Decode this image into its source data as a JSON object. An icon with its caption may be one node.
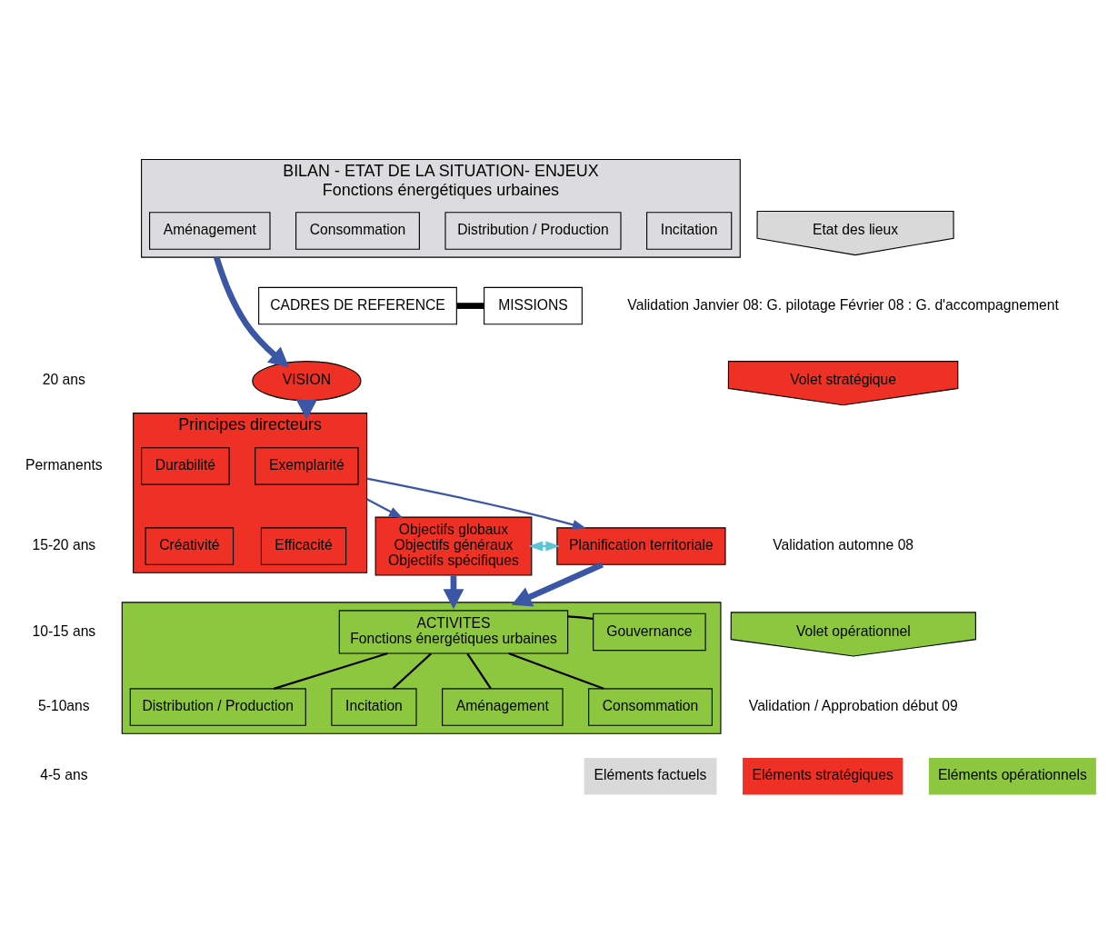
{
  "diagram": {
    "nodes": [
      {
        "text": [
          "BILAN - ETAT DE LA SITUATION- ENJEUX",
          "Fonctions énergétiques urbaines"
        ]
      },
      {
        "text": [
          "Aménagement"
        ],
        "in": 0
      },
      {
        "text": [
          "Consommation"
        ],
        "in": 0
      },
      {
        "text": [
          "Distribution / Production"
        ],
        "in": 0
      },
      {
        "text": [
          "Incitation"
        ],
        "in": 0
      },
      {
        "text": [
          "CADRES DE REFERENCE"
        ]
      },
      {
        "text": [
          "MISSIONS"
        ]
      },
      {
        "text": [
          "VISION"
        ]
      },
      {
        "text": [
          "Principes directeurs"
        ]
      },
      {
        "text": [
          "Exemplarité"
        ],
        "in": 8
      },
      {
        "text": [
          "Durabilité"
        ],
        "in": 8
      },
      {
        "text": [
          "Efficacité"
        ],
        "in": 8
      },
      {
        "text": [
          "Créativité"
        ],
        "in": 8
      },
      {
        "text": [
          "Objectifs globaux",
          "Objectifs généraux",
          "Objectifs spécifiques"
        ]
      },
      {
        "text": [
          "Planification territoriale"
        ]
      },
      {
        "text": [],
        "shape": "box"
      },
      {
        "text": [
          "ACTIVITES",
          "Fonctions énergétiques urbaines"
        ],
        "in": 15
      },
      {
        "text": [
          "Gouvernance"
        ],
        "in": 15
      },
      {
        "text": [
          "Aménagement"
        ],
        "in": 15
      },
      {
        "text": [
          "Consommation"
        ],
        "in": 15
      },
      {
        "text": [
          "Distribution / Production"
        ],
        "in": 15
      },
      {
        "text": [
          "Incitation"
        ],
        "in": 15
      },
      {
        "text": [
          "Etat des lieux"
        ]
      },
      {
        "text": [
          "Volet stratégique"
        ]
      },
      {
        "text": [
          "Volet opérationnel"
        ]
      }
    ],
    "edges": [
      {
        "from": 0,
        "to": 7,
        "arrow": "to",
        "style": "thick",
        "color": "#3a56a5"
      },
      {
        "from": 5,
        "to": 6,
        "arrow": "none",
        "style": "thick",
        "color": "#000000"
      },
      {
        "from": 7,
        "to": 8,
        "arrow": "to",
        "style": "thick",
        "color": "#3a56a5"
      },
      {
        "from": 8,
        "to": 13,
        "arrow": "to",
        "color": "#3a56a5"
      },
      {
        "from": 8,
        "to": 14,
        "arrow": "to",
        "color": "#3a56a5"
      },
      {
        "from": 13,
        "to": 14,
        "arrow": "both",
        "color": "#5bc4d6"
      },
      {
        "from": 13,
        "to": 15,
        "arrow": "to",
        "style": "thick",
        "color": "#3a56a5"
      },
      {
        "from": 14,
        "to": 15,
        "arrow": "to",
        "style": "thick",
        "color": "#3a56a5"
      },
      {
        "from": 16,
        "to": 17,
        "arrow": "none",
        "color": "#000000"
      },
      {
        "from": 16,
        "to": 18,
        "arrow": "none",
        "color": "#000000"
      },
      {
        "from": 16,
        "to": 19,
        "arrow": "none",
        "color": "#000000"
      },
      {
        "from": 16,
        "to": 20,
        "arrow": "none",
        "color": "#000000"
      },
      {
        "from": 16,
        "to": 21,
        "arrow": "none",
        "color": "#000000"
      }
    ],
    "labels": [
      "20 ans",
      "Permanents",
      "15-20 ans",
      "10-15 ans",
      "5-10ans",
      "4-5 ans",
      "Validation Janvier 08: G. pilotage Février 08 : G. d'accompagnement",
      "Validation automne 08",
      "Validation / Approbation début 09"
    ],
    "legend": [
      {
        "text": "Eléments factuels",
        "color": "#d9d9d9"
      },
      {
        "text": "Eléments stratégiques",
        "color": "#ee3124"
      },
      {
        "text": "Eléments opérationnels",
        "color": "#8dc63f"
      }
    ]
  }
}
